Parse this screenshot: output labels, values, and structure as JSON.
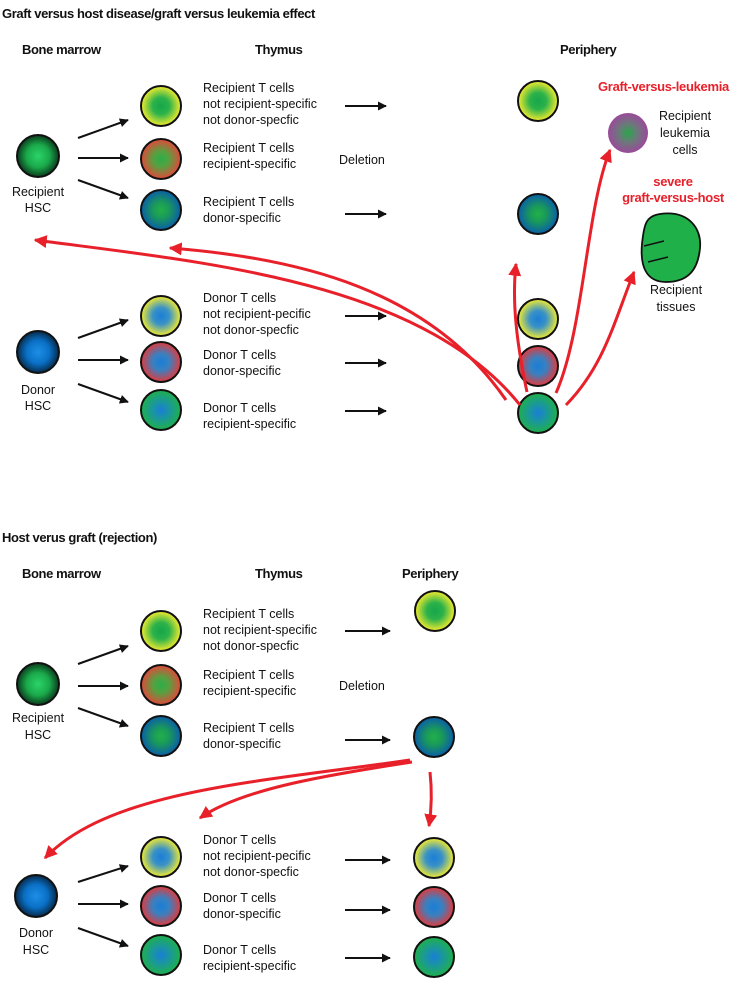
{
  "top": {
    "title": "Graft versus host disease/graft versus leukemia effect",
    "col_bone_marrow": "Bone marrow",
    "col_thymus": "Thymus",
    "col_periphery": "Periphery",
    "recipient_hsc_l1": "Recipient",
    "recipient_hsc_l2": "HSC",
    "donor_hsc_l1": "Donor",
    "donor_hsc_l2": "HSC",
    "rec_tc_1_l1": "Recipient  T cells",
    "rec_tc_1_l2": "not recipient-specific",
    "rec_tc_1_l3": "not donor-specfic",
    "rec_tc_2_l1": "Recipient  T cells",
    "rec_tc_2_l2": "recipient-specific",
    "rec_tc_3_l1": "Recipient  T cells",
    "rec_tc_3_l2": "donor-specific",
    "deletion": "Deletion",
    "don_tc_1_l1": "Donor T cells",
    "don_tc_1_l2": "not recipient-pecific",
    "don_tc_1_l3": "not donor-specfic",
    "don_tc_2_l1": "Donor  T cells",
    "don_tc_2_l2": "donor-specific",
    "don_tc_3_l1": "Donor  T cells",
    "don_tc_3_l2": "recipient-specific",
    "gvl_label": "Graft-versus-leukemia",
    "leukemia_l1": "Recipient",
    "leukemia_l2": "leukemia",
    "leukemia_l3": "cells",
    "gvh_l1": "severe",
    "gvh_l2": "graft-versus-host",
    "tissues_l1": "Recipient",
    "tissues_l2": "tissues"
  },
  "bottom": {
    "title": "Host verus graft (rejection)",
    "col_bone_marrow": "Bone marrow",
    "col_thymus": "Thymus",
    "col_periphery": "Periphery",
    "recipient_hsc_l1": "Recipient",
    "recipient_hsc_l2": "HSC",
    "donor_hsc_l1": "Donor",
    "donor_hsc_l2": "HSC",
    "rec_tc_1_l1": "Recipient  T cells",
    "rec_tc_1_l2": "not recipient-specific",
    "rec_tc_1_l3": "not donor-specfic",
    "rec_tc_2_l1": "Recipient  T cells",
    "rec_tc_2_l2": "recipient-specific",
    "rec_tc_3_l1": "Recipient  T cells",
    "rec_tc_3_l2": "donor-specific",
    "deletion": "Deletion",
    "don_tc_1_l1": "Donor T cells",
    "don_tc_1_l2": "not recipient-pecific",
    "don_tc_1_l3": "not donor-specfic",
    "don_tc_2_l1": "Donor  T cells",
    "don_tc_2_l2": "donor-specific",
    "don_tc_3_l1": "Donor  T cells",
    "don_tc_3_l2": "recipient-specific"
  },
  "colors": {
    "arrow_red": "#e8202a",
    "recipient_green": "#1fb04a",
    "donor_blue": "#0a78cc",
    "yellow_rim": "#f2ea2c",
    "red_rim": "#e23a3c",
    "teal_rim": "#0a6aa0",
    "leukemia_purple": "#9a4a9a",
    "tissue_green": "#1fb04a"
  }
}
